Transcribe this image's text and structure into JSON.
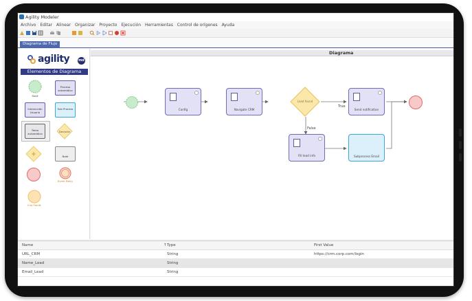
{
  "window": {
    "title": "Agility Modeler"
  },
  "menu": [
    "Archivo",
    "Editar",
    "Alinear",
    "Organizar",
    "Proyecto",
    "Ejecución",
    "Herramientas",
    "Control de orígenes",
    "Ayuda"
  ],
  "tab": {
    "label": "Diagrama de Flujo"
  },
  "brand": {
    "name": "agility",
    "badge": "md"
  },
  "palette": {
    "title": "Elementos de Diagrama",
    "items": [
      {
        "label": "Start"
      },
      {
        "label": "Proceso automático"
      },
      {
        "label": "Interacción Usuario"
      },
      {
        "label": "Sub Process"
      },
      {
        "label": "Tarea automática"
      },
      {
        "label": "Decisión"
      },
      {
        "label": ""
      },
      {
        "label": "Note"
      },
      {
        "label": ""
      },
      {
        "label": "Event Retry"
      },
      {
        "label": "End Frontt"
      }
    ]
  },
  "diagram": {
    "title": "Diagrama",
    "tasks": [
      {
        "label": "Config"
      },
      {
        "label": "Navigate CRM"
      },
      {
        "label": "Send notification"
      },
      {
        "label": "Fill lead info"
      },
      {
        "label": "Subprocess Email"
      }
    ],
    "decision": {
      "label": "Lead found"
    },
    "edge_labels": {
      "true": "True",
      "false": "False"
    }
  },
  "variables": {
    "columns": [
      "Name",
      "Type",
      "First Value"
    ],
    "rows": [
      {
        "name": "URL_CRM",
        "type": "String",
        "value": "https://crm.corp.com/login"
      },
      {
        "name": "Name_Lead",
        "type": "String",
        "value": ""
      },
      {
        "name": "Email_Lead",
        "type": "String",
        "value": ""
      }
    ]
  },
  "colors": {
    "task_border": "#6f6bb8",
    "task_fill": "#e3e1f5",
    "subprocess_border": "#38a8d8",
    "start_event": "#7cc98a",
    "end_event": "#e06a6a",
    "decision": "#f6d77a",
    "palette_header": "#303a87",
    "tab": "#4e69ae"
  }
}
